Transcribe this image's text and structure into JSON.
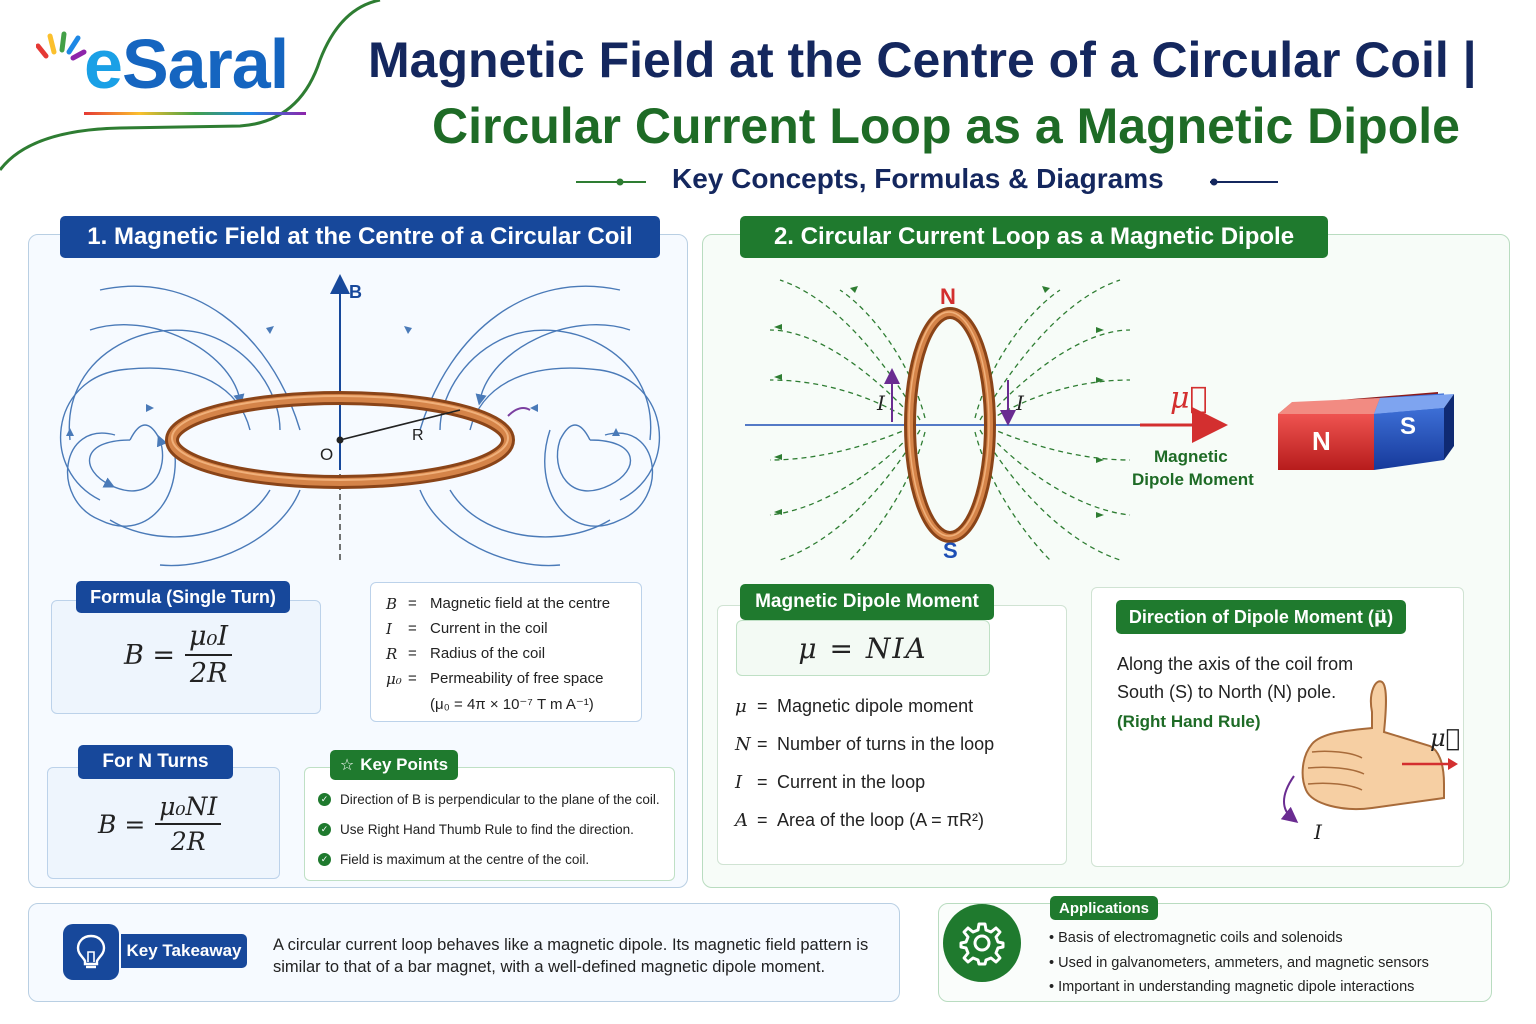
{
  "brand": {
    "name_rest": "Saral",
    "name_first": "e"
  },
  "header": {
    "title_line1": "Magnetic Field at the Centre of a Circular Coil |",
    "title_line2": "Circular Current Loop as a Magnetic Dipole",
    "subtitle": "Key Concepts, Formulas & Diagrams"
  },
  "section1": {
    "heading": "1. Magnetic Field at the Centre of a Circular Coil",
    "diagram": {
      "axis_label": "B",
      "centre_label": "O",
      "radius_label": "R"
    },
    "formula_single": {
      "tag": "Formula (Single Turn)",
      "lhs": "B =",
      "numerator": "μ₀I",
      "denominator": "2R"
    },
    "definitions": [
      {
        "symbol": "B",
        "eq": "=",
        "text": "Magnetic field at the centre"
      },
      {
        "symbol": "I",
        "eq": "=",
        "text": "Current in the coil"
      },
      {
        "symbol": "R",
        "eq": "=",
        "text": "Radius of the coil"
      },
      {
        "symbol": "μ₀",
        "eq": "=",
        "text": "Permeability of free space"
      },
      {
        "symbol": "",
        "eq": "",
        "text": "(μ₀ = 4π × 10⁻⁷ T m A⁻¹)"
      }
    ],
    "formula_n": {
      "tag": "For N Turns",
      "lhs": "B =",
      "numerator": "μ₀NI",
      "denominator": "2R"
    },
    "key_points": {
      "tag": "Key Points",
      "items": [
        "Direction of B is perpendicular to the plane of the coil.",
        "Use Right Hand Thumb Rule to find the direction.",
        "Field is maximum at the centre of the coil."
      ]
    }
  },
  "section2": {
    "heading": "2. Circular Current Loop as a Magnetic Dipole",
    "diagram": {
      "north_label": "N",
      "south_label": "S",
      "current_label": "I",
      "moment_symbol": "μ⃗",
      "moment_caption_1": "Magnetic",
      "moment_caption_2": "Dipole Moment",
      "magnet_n": "N",
      "magnet_s": "S"
    },
    "dipole_moment": {
      "tag": "Magnetic Dipole Moment",
      "formula": "μ = NIA",
      "items": [
        {
          "symbol": "μ",
          "text": "Magnetic dipole moment"
        },
        {
          "symbol": "N",
          "text": "Number of turns in the loop"
        },
        {
          "symbol": "I",
          "text": "Current in the loop"
        },
        {
          "symbol": "A",
          "text": "Area of the loop (A = πR²)"
        }
      ]
    },
    "direction": {
      "tag": "Direction of Dipole Moment (μ⃗)",
      "line1": "Along the axis of the coil from",
      "line2": "South (S) to North (N) pole.",
      "rule": "(Right Hand Rule)",
      "mu_label": "μ⃗",
      "i_label": "I"
    }
  },
  "takeaway": {
    "label": "Key Takeaway",
    "line1": "A circular current loop behaves like a magnetic dipole. Its magnetic field pattern is",
    "line2": "similar to that of a bar magnet, with a well-defined magnetic dipole moment."
  },
  "applications": {
    "tag": "Applications",
    "items": [
      "Basis of electromagnetic coils and solenoids",
      "Used in galvanometers, ammeters, and magnetic sensors",
      "Important in understanding magnetic dipole interactions"
    ]
  },
  "colors": {
    "navy": "#14275e",
    "green": "#1e6b26",
    "blue_tag": "#17489b",
    "green_tag": "#1f7a2e",
    "copper": "#c56a2c",
    "north_red": "#d32f2f",
    "south_blue": "#1e4fb5"
  }
}
